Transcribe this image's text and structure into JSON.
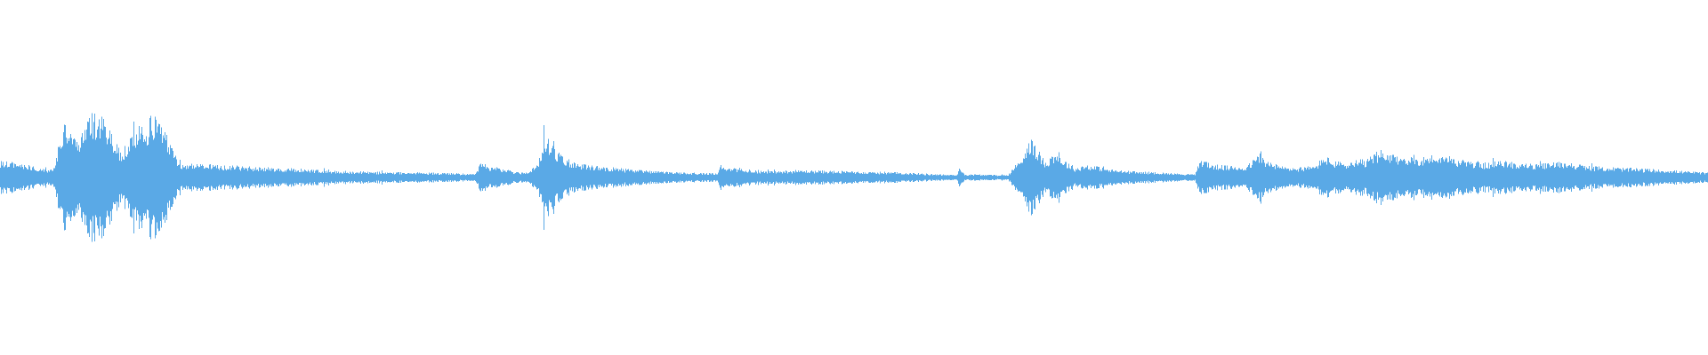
{
  "waveform": {
    "color": "#5aa9e6",
    "background": "#ffffff",
    "amplitude_envelope": [
      [
        0.0,
        0.1
      ],
      [
        0.012,
        0.09
      ],
      [
        0.024,
        0.05
      ],
      [
        0.032,
        0.06
      ],
      [
        0.034,
        0.2
      ],
      [
        0.038,
        0.38
      ],
      [
        0.041,
        0.28
      ],
      [
        0.046,
        0.2
      ],
      [
        0.05,
        0.34
      ],
      [
        0.055,
        0.4
      ],
      [
        0.06,
        0.36
      ],
      [
        0.065,
        0.28
      ],
      [
        0.07,
        0.16
      ],
      [
        0.075,
        0.22
      ],
      [
        0.08,
        0.3
      ],
      [
        0.085,
        0.33
      ],
      [
        0.09,
        0.4
      ],
      [
        0.095,
        0.3
      ],
      [
        0.1,
        0.22
      ],
      [
        0.105,
        0.09
      ],
      [
        0.12,
        0.08
      ],
      [
        0.14,
        0.07
      ],
      [
        0.16,
        0.06
      ],
      [
        0.18,
        0.05
      ],
      [
        0.2,
        0.04
      ],
      [
        0.22,
        0.035
      ],
      [
        0.25,
        0.03
      ],
      [
        0.27,
        0.025
      ],
      [
        0.278,
        0.02
      ],
      [
        0.282,
        0.1
      ],
      [
        0.285,
        0.07
      ],
      [
        0.292,
        0.06
      ],
      [
        0.3,
        0.04
      ],
      [
        0.31,
        0.03
      ],
      [
        0.316,
        0.12
      ],
      [
        0.319,
        0.28
      ],
      [
        0.323,
        0.2
      ],
      [
        0.33,
        0.12
      ],
      [
        0.34,
        0.08
      ],
      [
        0.36,
        0.06
      ],
      [
        0.38,
        0.04
      ],
      [
        0.4,
        0.03
      ],
      [
        0.42,
        0.025
      ],
      [
        0.422,
        0.08
      ],
      [
        0.425,
        0.06
      ],
      [
        0.435,
        0.05
      ],
      [
        0.45,
        0.04
      ],
      [
        0.47,
        0.045
      ],
      [
        0.49,
        0.04
      ],
      [
        0.51,
        0.035
      ],
      [
        0.53,
        0.03
      ],
      [
        0.55,
        0.02
      ],
      [
        0.56,
        0.015
      ],
      [
        0.562,
        0.06
      ],
      [
        0.565,
        0.02
      ],
      [
        0.59,
        0.015
      ],
      [
        0.598,
        0.12
      ],
      [
        0.603,
        0.25
      ],
      [
        0.607,
        0.18
      ],
      [
        0.612,
        0.1
      ],
      [
        0.618,
        0.16
      ],
      [
        0.624,
        0.1
      ],
      [
        0.63,
        0.06
      ],
      [
        0.636,
        0.08
      ],
      [
        0.642,
        0.07
      ],
      [
        0.65,
        0.05
      ],
      [
        0.66,
        0.04
      ],
      [
        0.68,
        0.03
      ],
      [
        0.7,
        0.02
      ],
      [
        0.703,
        0.12
      ],
      [
        0.71,
        0.08
      ],
      [
        0.72,
        0.07
      ],
      [
        0.73,
        0.07
      ],
      [
        0.738,
        0.15
      ],
      [
        0.742,
        0.1
      ],
      [
        0.75,
        0.07
      ],
      [
        0.76,
        0.06
      ],
      [
        0.77,
        0.07
      ],
      [
        0.776,
        0.14
      ],
      [
        0.78,
        0.1
      ],
      [
        0.79,
        0.09
      ],
      [
        0.8,
        0.1
      ],
      [
        0.805,
        0.16
      ],
      [
        0.812,
        0.14
      ],
      [
        0.82,
        0.13
      ],
      [
        0.83,
        0.12
      ],
      [
        0.84,
        0.14
      ],
      [
        0.85,
        0.12
      ],
      [
        0.86,
        0.1
      ],
      [
        0.87,
        0.09
      ],
      [
        0.88,
        0.1
      ],
      [
        0.89,
        0.09
      ],
      [
        0.9,
        0.08
      ],
      [
        0.915,
        0.1
      ],
      [
        0.93,
        0.07
      ],
      [
        0.95,
        0.06
      ],
      [
        0.97,
        0.05
      ],
      [
        0.985,
        0.04
      ],
      [
        1.0,
        0.03
      ]
    ]
  }
}
